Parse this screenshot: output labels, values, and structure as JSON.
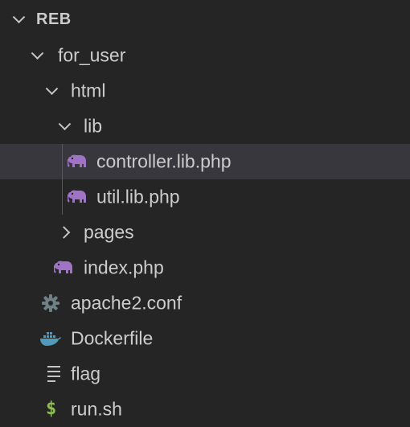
{
  "explorer": {
    "root": {
      "label": "REB",
      "expanded": true
    },
    "items": [
      {
        "label": "for_user",
        "type": "folder",
        "expanded": true
      },
      {
        "label": "html",
        "type": "folder",
        "expanded": true
      },
      {
        "label": "lib",
        "type": "folder",
        "expanded": true
      },
      {
        "label": "controller.lib.php",
        "type": "file",
        "icon": "php-elephant-icon",
        "selected": true
      },
      {
        "label": "util.lib.php",
        "type": "file",
        "icon": "php-elephant-icon"
      },
      {
        "label": "pages",
        "type": "folder",
        "expanded": false
      },
      {
        "label": "index.php",
        "type": "file",
        "icon": "php-elephant-icon"
      },
      {
        "label": "apache2.conf",
        "type": "file",
        "icon": "gear-icon"
      },
      {
        "label": "Dockerfile",
        "type": "file",
        "icon": "docker-whale-icon"
      },
      {
        "label": "flag",
        "type": "file",
        "icon": "text-lines-icon"
      },
      {
        "label": "run.sh",
        "type": "file",
        "icon": "dollar-icon"
      }
    ]
  },
  "colors": {
    "background": "#252526",
    "selected_row": "#37373d",
    "text": "#cccccc",
    "php_icon": "#a074c4",
    "gear_icon": "#6d8086",
    "docker_icon": "#519aba",
    "shell_icon": "#8dc149"
  },
  "icons": {
    "run_sh_glyph": "$"
  }
}
